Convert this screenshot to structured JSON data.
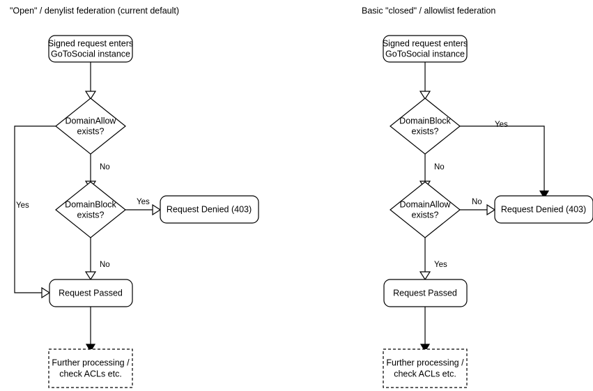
{
  "page": {
    "background": "#ffffff",
    "line_color": "#000000",
    "text_color": "#000000"
  },
  "columns": [
    {
      "id": "open-denylist",
      "title": "\"Open\" / denylist federation (current default)",
      "nodes": {
        "entry": {
          "line1": "Signed request enters",
          "line2": "GoToSocial instance"
        },
        "decision1": {
          "line1": "DomainAllow",
          "line2": "exists?"
        },
        "decision2": {
          "line1": "DomainBlock",
          "line2": "exists?"
        },
        "denied": {
          "line1": "Request Denied (403)"
        },
        "passed": {
          "line1": "Request Passed"
        },
        "further": {
          "line1": "Further processing /",
          "line2": "check ACLs etc."
        }
      },
      "edge_labels": {
        "decision1_yes": "Yes",
        "decision1_no": "No",
        "decision2_yes": "Yes",
        "decision2_no": "No"
      }
    },
    {
      "id": "closed-allowlist",
      "title": "Basic \"closed\" / allowlist federation",
      "nodes": {
        "entry": {
          "line1": "Signed request enters",
          "line2": "GoToSocial instance"
        },
        "decision1": {
          "line1": "DomainBlock",
          "line2": "exists?"
        },
        "decision2": {
          "line1": "DomainAllow",
          "line2": "exists?"
        },
        "denied": {
          "line1": "Request Denied (403)"
        },
        "passed": {
          "line1": "Request Passed"
        },
        "further": {
          "line1": "Further processing /",
          "line2": "check ACLs etc."
        }
      },
      "edge_labels": {
        "decision1_yes": "Yes",
        "decision1_no": "No",
        "decision2_no": "No",
        "decision2_yes": "Yes"
      }
    }
  ]
}
